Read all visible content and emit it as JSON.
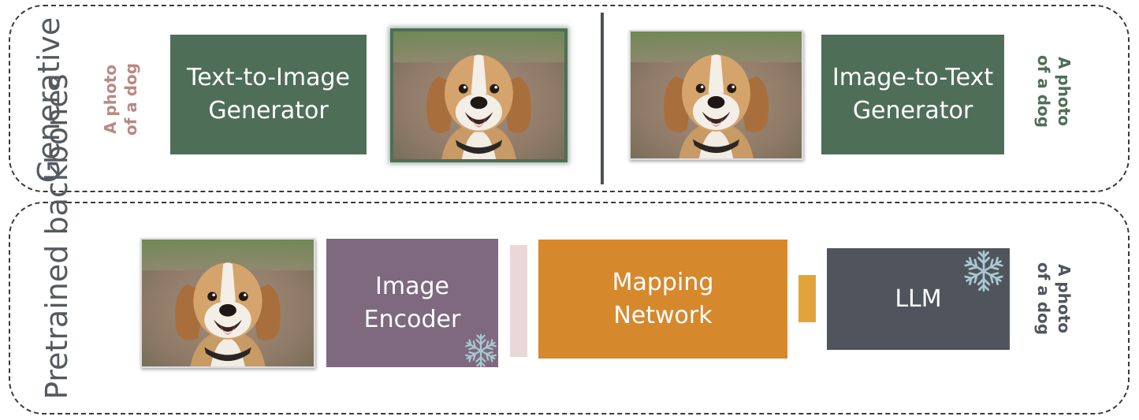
{
  "sections": {
    "generative": "Generative",
    "pretrained": "Pretrained\nbackbones"
  },
  "generative": {
    "prompt_left": "A photo\nof a dog",
    "t2i_label": "Text-to-Image\nGenerator",
    "i2t_label": "Image-to-Text\nGenerator",
    "caption_right": "A photo\nof a dog"
  },
  "backbone": {
    "encoder_label": "Image\nEncoder",
    "mapping_label": "Mapping\nNetwork",
    "llm_label": "LLM",
    "caption": "A photo\nof a dog"
  },
  "colors": {
    "generator": "#4f6e58",
    "encoder": "#7e697f",
    "mapping": "#d6882d",
    "llm": "#50555d",
    "prompt_text": "#b88a85",
    "caption_green": "#4f6e58",
    "caption_slate": "#50555d",
    "encoder_token": "#ead8d8",
    "mapping_token": "#e2a43a",
    "snowflake": "#a9c9d2"
  },
  "icons": {
    "photo": "dog-photo",
    "frozen": "snowflake-icon"
  }
}
